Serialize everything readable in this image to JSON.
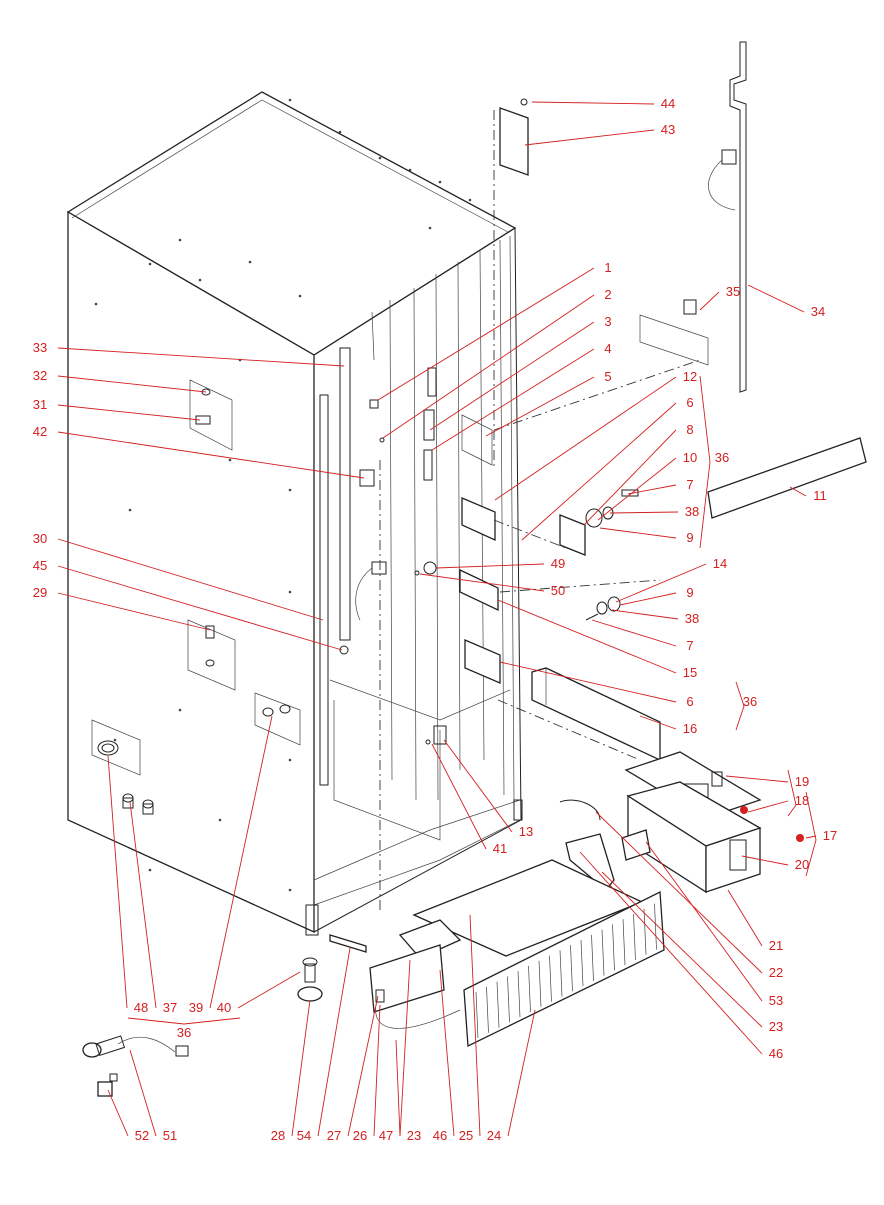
{
  "diagram": {
    "labels": [
      "1",
      "2",
      "3",
      "4",
      "5",
      "12",
      "6",
      "8",
      "10",
      "36",
      "7",
      "38",
      "9",
      "11",
      "34",
      "35",
      "43",
      "44",
      "33",
      "32",
      "31",
      "42",
      "30",
      "45",
      "29",
      "49",
      "50",
      "14",
      "9",
      "38",
      "7",
      "15",
      "6",
      "36",
      "16",
      "19",
      "18",
      "17",
      "20",
      "21",
      "22",
      "53",
      "23",
      "46",
      "13",
      "41",
      "48",
      "37",
      "39",
      "40",
      "36",
      "52",
      "51",
      "28",
      "54",
      "27",
      "26",
      "47",
      "23",
      "46",
      "25",
      "24"
    ],
    "colors": {
      "label": "#d42020",
      "line": "#222222",
      "background": "#ffffff"
    }
  }
}
